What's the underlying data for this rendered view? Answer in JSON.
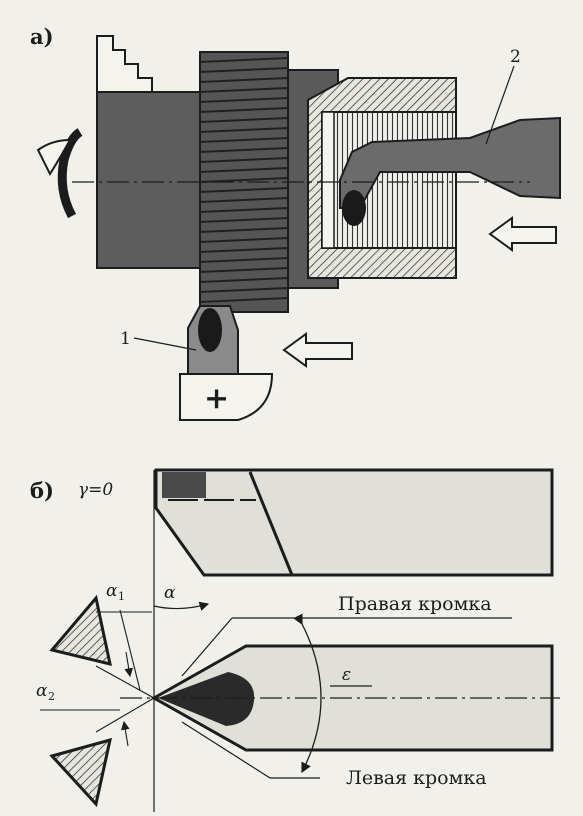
{
  "labels": {
    "part_a": "а)",
    "part_b": "б)",
    "gamma_eq": "γ=0",
    "num_1": "1",
    "num_2": "2",
    "plus": "+",
    "alpha": "α",
    "alpha1": "α",
    "alpha1_sub": "1",
    "alpha2": "α",
    "alpha2_sub": "2",
    "epsilon": "ε",
    "right_edge": "Правая кромка",
    "left_edge": "Левая кромка"
  },
  "colors": {
    "dark": "#3a3a3a",
    "mid": "#6a6a6a",
    "light": "#d9d8d0",
    "paper": "#f1f0ea"
  }
}
